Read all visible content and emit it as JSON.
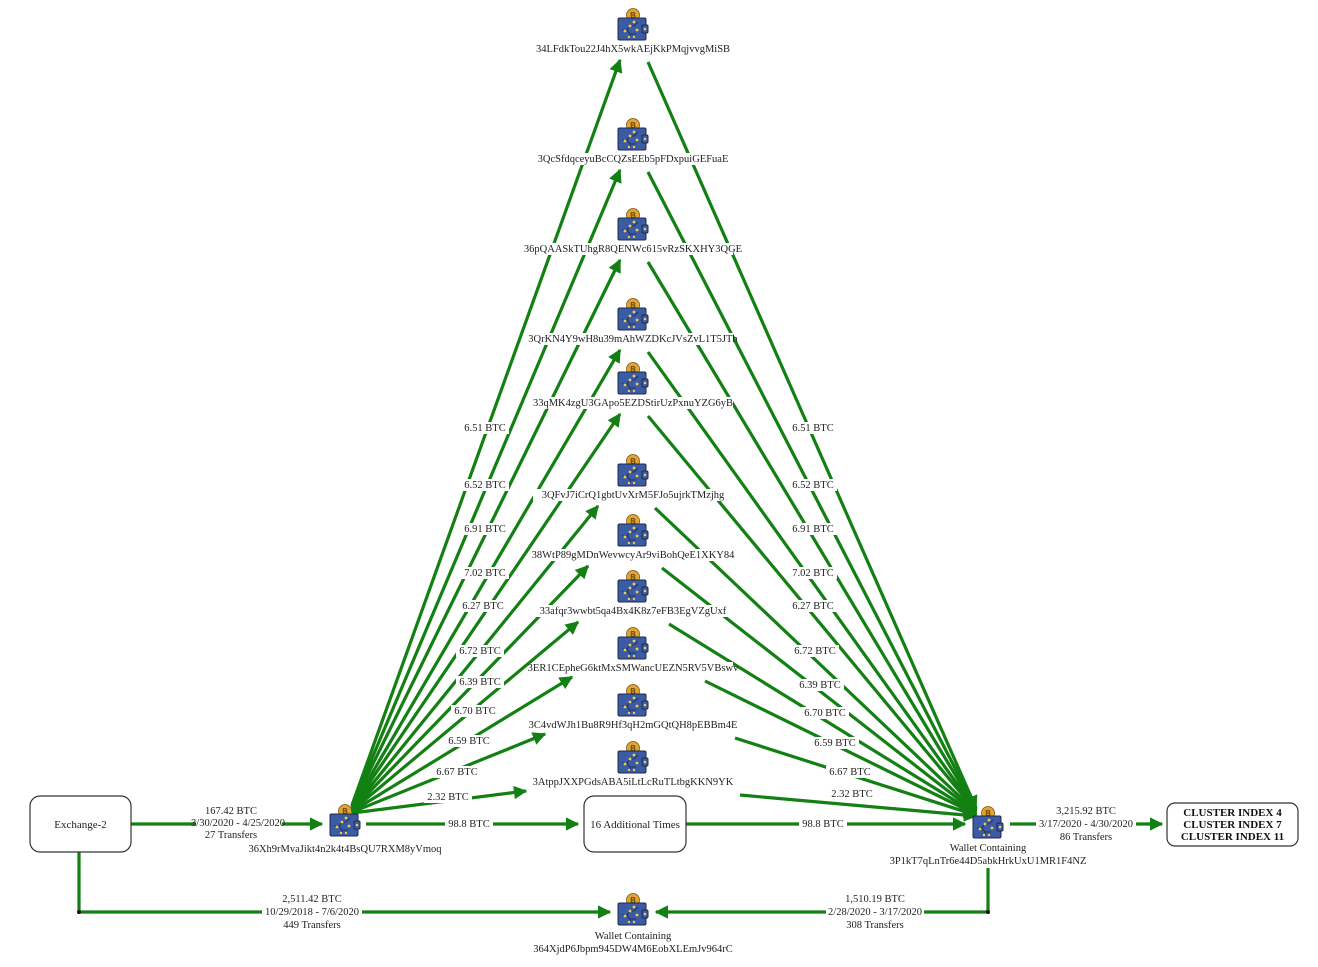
{
  "colors": {
    "edge": "#128012",
    "wallet_body": "#3b5ba5",
    "wallet_outline": "#1d2b4d",
    "coin": "#e2a530",
    "circuit": "#f2c94c"
  },
  "nodes": {
    "exchange": {
      "label": "Exchange-2",
      "shape": "rounded-box"
    },
    "source_wallet": {
      "label": "36Xh9rMvaJikt4n2k4t4BsQU7RXM8yVmoq",
      "icon": "bitcoin-wallet-icon"
    },
    "intermediates": [
      {
        "label": "34LFdkTou22J4hX5wkAEjKkPMqjvvgMiSB",
        "in_btc": "6.51 BTC",
        "out_btc": "6.51 BTC"
      },
      {
        "label": "3QcSfdqceyuBcCQZsEEb5pFDxpuiGEFuaE",
        "in_btc": "6.52 BTC",
        "out_btc": "6.52 BTC"
      },
      {
        "label": "36pQAASkTUhgR8QENWc615vRzSKXHY3QGE",
        "in_btc": "6.91 BTC",
        "out_btc": "6.91 BTC"
      },
      {
        "label": "3QrKN4Y9wH8u39mAhWZDKcJVsZvL1T5JTh",
        "in_btc": "7.02 BTC",
        "out_btc": "7.02 BTC"
      },
      {
        "label": "33qMK4zgU3GApo5EZDStirUzPxnuYZG6yB",
        "in_btc": "6.27 BTC",
        "out_btc": "6.27 BTC"
      },
      {
        "label": "3QFvJ7iCrQ1gbtUvXrM5FJo5ujrkTMzjhg",
        "in_btc": "6.72 BTC",
        "out_btc": "6.72 BTC"
      },
      {
        "label": "38WtP89gMDnWevwcyAr9viBohQeE1XKY84",
        "in_btc": "6.39 BTC",
        "out_btc": "6.39 BTC"
      },
      {
        "label": "33afqr3wwbt5qa4Bx4K8z7eFB3EgVZgUxf",
        "in_btc": "6.70 BTC",
        "out_btc": "6.70 BTC"
      },
      {
        "label": "3ER1CEpheG6ktMxSMWancUEZN5RV5VBswv",
        "in_btc": "6.59 BTC",
        "out_btc": "6.59 BTC"
      },
      {
        "label": "3C4vdWJh1Bu8R9Hf3qH2mGQtQH8pEBBm4E",
        "in_btc": "6.67 BTC",
        "out_btc": "6.67 BTC"
      },
      {
        "label": "3AtppJXXPGdsABA5iLtLcRuTLtbgKKN9YK",
        "in_btc": "2.32 BTC",
        "out_btc": "2.32 BTC"
      }
    ],
    "additional": {
      "label": "16 Additional Times",
      "in_btc": "98.8 BTC",
      "out_btc": "98.8 BTC"
    },
    "dest_wallet": {
      "line1": "Wallet Containing",
      "line2": "3P1kT7qLnTr6e44D5abkHrkUxU1MR1F4NZ",
      "icon": "bitcoin-wallet-icon"
    },
    "cluster": {
      "lines": [
        "CLUSTER INDEX 4",
        "CLUSTER INDEX 7",
        "CLUSTER INDEX 11"
      ]
    },
    "bottom_wallet": {
      "line1": "Wallet Containing",
      "line2": "364XjdP6Jbpm945DW4M6EobXLEmJv964rC",
      "icon": "bitcoin-wallet-icon"
    }
  },
  "edges": {
    "exchange_to_source": {
      "amount": "167.42 BTC",
      "dates": "3/30/2020 - 4/25/2020",
      "transfers": "27 Transfers"
    },
    "dest_to_cluster": {
      "amount": "3,215.92 BTC",
      "dates": "3/17/2020 - 4/30/2020",
      "transfers": "86 Transfers"
    },
    "exchange_to_bottom": {
      "amount": "2,511.42 BTC",
      "dates": "10/29/2018 - 7/6/2020",
      "transfers": "449 Transfers"
    },
    "dest_to_bottom": {
      "amount": "1,510.19 BTC",
      "dates": "2/28/2020 - 3/17/2020",
      "transfers": "308 Transfers"
    }
  }
}
